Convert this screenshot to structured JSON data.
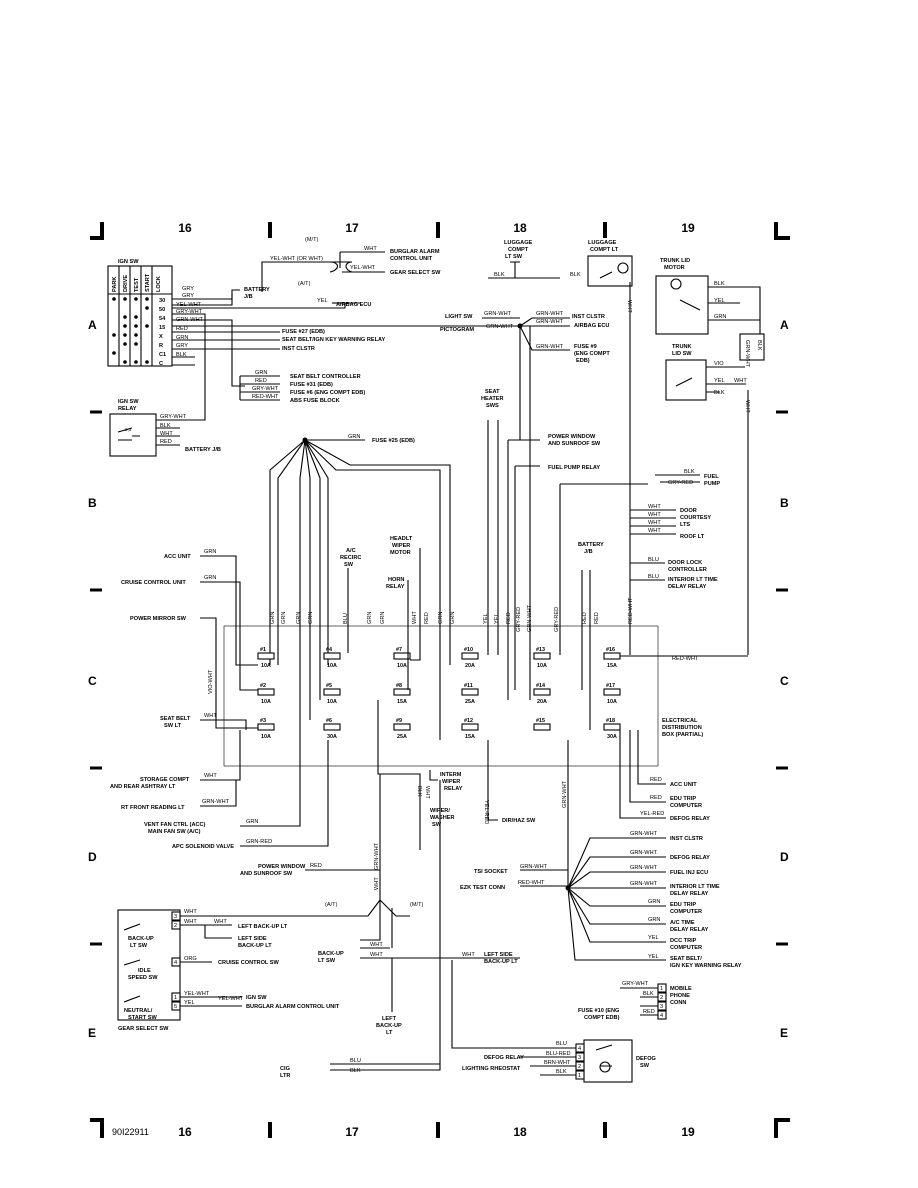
{
  "grid": {
    "columns": [
      "16",
      "17",
      "18",
      "19"
    ],
    "rows": [
      "A",
      "B",
      "C",
      "D",
      "E"
    ]
  },
  "footer_code": "90I22911",
  "ign_sw": {
    "title": "IGN SW",
    "positions": [
      "PARK",
      "DRIVE",
      "TEST",
      "START",
      "LOCK"
    ],
    "terminals": [
      "30",
      "50",
      "54",
      "15",
      "X",
      "R",
      "C1",
      "C"
    ]
  },
  "ign_relay": {
    "title_lines": [
      "IGN SW",
      "RELAY"
    ]
  },
  "top_labels": {
    "mt": "(M/T)",
    "at": "(A/T)",
    "yel_wht_or_wht": "YEL-WHT (OR WHT)",
    "burglar": [
      "BURGLAR ALARM",
      "CONTROL UNIT"
    ],
    "gear_select_sw": "GEAR SELECT SW",
    "battery_jb": [
      "BATTERY",
      "J/B"
    ],
    "airbag_ecu": "AIRBAG ECU",
    "fuse27": "FUSE #27 (EDB)",
    "seatbelt_warning": "SEAT BELT/IGN KEY WARNING RELAY",
    "inst_clstr": "INST CLSTR",
    "seat_belt_ctrl": "SEAT BELT CONTROLLER",
    "fuse31": "FUSE #31 (EDB)",
    "fuse6": "FUSE #6 (ENG COMPT EDB)",
    "abs_fuse": "ABS FUSE BLOCK",
    "fuse25": "FUSE #25 (EDB)",
    "battery_jb_2": "BATTERY J/B"
  },
  "col18_labels": {
    "luggage_lt_sw": [
      "LUGGAGE",
      "COMPT",
      "LT SW"
    ],
    "luggage_lt": [
      "LUGGAGE",
      "COMPT LT"
    ],
    "light_sw": "LIGHT SW",
    "inst_clstr": "INST CLSTR",
    "airbag_ecu": "AIRBAG ECU",
    "pictogram": "PICTOGRAM",
    "fuse9": [
      "FUSE #9",
      "(ENG COMPT",
      "EDB)"
    ],
    "seat_heater": [
      "SEAT",
      "HEATER",
      "SWS"
    ],
    "power_window": [
      "POWER WINDOW",
      "AND SUNROOF SW"
    ],
    "fuel_pump_relay": "FUEL PUMP RELAY"
  },
  "col19_labels": {
    "trunk_motor": [
      "TRUNK LID",
      "MOTOR"
    ],
    "trunk_sw": [
      "TRUNK",
      "LID SW"
    ],
    "fuel_pump": [
      "FUEL",
      "PUMP"
    ],
    "door_courtesy": [
      "DOOR",
      "COURTESY",
      "LTS"
    ],
    "roof_lt": "ROOF LT",
    "door_lock": [
      "DOOR LOCK",
      "CONTROLLER"
    ],
    "interior_lt": [
      "INTERIOR LT TIME",
      "DELAY RELAY"
    ],
    "battery_jb": [
      "BATTERY",
      "J/B"
    ],
    "edb": [
      "ELECTRICAL",
      "DISTRIBUTION",
      "BOX (PARTIAL)"
    ]
  },
  "left_labels": {
    "acc_unit": "ACC UNIT",
    "cruise_unit": "CRUISE CONTROL UNIT",
    "power_mirror": "POWER MIRROR SW",
    "seat_belt_sw": [
      "SEAT BELT",
      "SW LT"
    ],
    "storage": [
      "STORAGE COMPT",
      "AND REAR ASHTRAY LT"
    ],
    "rt_front": "RT FRONT READING LT",
    "vent_fan": [
      "VENT FAN CTRL (ACC)",
      "MAIN FAN SW (A/C)"
    ],
    "apc": "APC SOLENOID VALVE",
    "ac_recirc": [
      "A/C",
      "RECIRC",
      "SW"
    ],
    "headlt_wiper": [
      "HEADLT",
      "WIPER",
      "MOTOR"
    ],
    "horn_relay": [
      "HORN",
      "RELAY"
    ],
    "power_window_d": [
      "POWER WINDOW",
      "AND SUNROOF SW"
    ],
    "interm_wiper": [
      "INTERM",
      "WIPER",
      "RELAY"
    ],
    "wiper_washer": [
      "WIPER/",
      "WASHER",
      "SW"
    ],
    "dir_haz": "DIR/HAZ SW"
  },
  "fuses": [
    {
      "num": "#1",
      "amp": "10A"
    },
    {
      "num": "#2",
      "amp": "10A"
    },
    {
      "num": "#3",
      "amp": "10A"
    },
    {
      "num": "#4",
      "amp": "10A"
    },
    {
      "num": "#5",
      "amp": "10A"
    },
    {
      "num": "#6",
      "amp": "30A"
    },
    {
      "num": "#7",
      "amp": "10A"
    },
    {
      "num": "#8",
      "amp": "15A"
    },
    {
      "num": "#9",
      "amp": "25A"
    },
    {
      "num": "#10",
      "amp": "20A"
    },
    {
      "num": "#11",
      "amp": "25A"
    },
    {
      "num": "#12",
      "amp": "15A"
    },
    {
      "num": "#13",
      "amp": "10A"
    },
    {
      "num": "#14",
      "amp": "20A"
    },
    {
      "num": "#15",
      "amp": ""
    },
    {
      "num": "#16",
      "amp": "15A"
    },
    {
      "num": "#17",
      "amp": "10A"
    },
    {
      "num": "#18",
      "amp": "30A"
    }
  ],
  "right_d_labels": [
    "ACC UNIT",
    [
      "EDU TRIP",
      "COMPUTER"
    ],
    "DEFOG RELAY",
    "INST CLSTR",
    "DEFOG RELAY",
    "FUEL INJ ECU",
    [
      "INTERIOR LT TIME",
      "DELAY RELAY"
    ],
    [
      "EDU TRIP",
      "COMPUTER"
    ],
    [
      "A/C TIME",
      "DELAY RELAY"
    ],
    [
      "DCC TRIP",
      "COMPUTER"
    ],
    [
      "SEAT BELT/",
      "IGN KEY WARNING RELAY"
    ]
  ],
  "right_d_wires": [
    "RED",
    "RED",
    "YEL-RED",
    "GRN-WHT",
    "GRN-WHT",
    "GRN-WHT",
    "GRN-WHT",
    "GRN",
    "GRN",
    "YEL",
    "YEL"
  ],
  "mid_d_labels": {
    "tsi": "TSI SOCKET",
    "ezk": "EZK TEST CONN"
  },
  "gear_select": {
    "title": "GEAR SELECT SW",
    "backup": [
      "BACK-UP",
      "LT SW"
    ],
    "idle": [
      "IDLE",
      "SPEED SW"
    ],
    "neutral": [
      "NEUTRAL/",
      "START SW"
    ],
    "left_side": [
      "LEFT SIDE",
      "BACK-UP LT"
    ],
    "left_backup": "LEFT BACK-UP LT",
    "cruise_sw": "CRUISE CONTROL SW",
    "ign_sw": "IGN SW",
    "burglar": "BURGLAR ALARM CONTROL UNIT",
    "backup_sw": [
      "BACK-UP",
      "LT SW"
    ],
    "left_side_backup_r": [
      "LEFT SIDE",
      "BACK-UP LT"
    ],
    "left_backup_lt": [
      "LEFT",
      "BACK-UP",
      "LT"
    ],
    "cig_ltr": [
      "CIG",
      "LTR"
    ]
  },
  "bottom_right": {
    "mobile_phone": [
      "MOBILE",
      "PHONE",
      "CONN"
    ],
    "fuse10": [
      "FUSE #10 (ENG",
      "COMPT EDB)"
    ],
    "defog_relay": "DEFOG RELAY",
    "lighting_rheostat": "LIGHTING RHEOSTAT",
    "defog_sw": [
      "DEFOG",
      "SW"
    ]
  }
}
